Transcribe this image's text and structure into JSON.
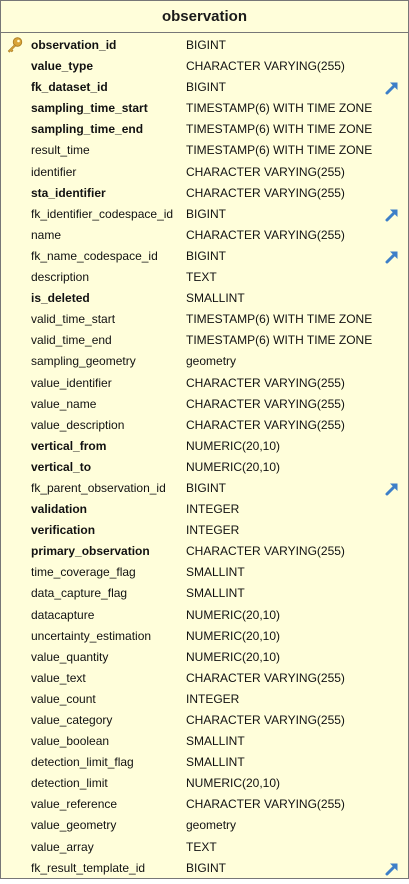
{
  "table": {
    "title": "observation",
    "header_color": "#fffeda",
    "fk_arrow_color": "#3d7fc8",
    "pk_key_color": "#d9a43a",
    "columns": [
      {
        "name": "observation_id",
        "type": "BIGINT",
        "bold": true,
        "pk": true,
        "fk": false
      },
      {
        "name": "value_type",
        "type": "CHARACTER VARYING(255)",
        "bold": true,
        "pk": false,
        "fk": false
      },
      {
        "name": "fk_dataset_id",
        "type": "BIGINT",
        "bold": true,
        "pk": false,
        "fk": true
      },
      {
        "name": "sampling_time_start",
        "type": "TIMESTAMP(6) WITH TIME ZONE",
        "bold": true,
        "pk": false,
        "fk": false
      },
      {
        "name": "sampling_time_end",
        "type": "TIMESTAMP(6) WITH TIME ZONE",
        "bold": true,
        "pk": false,
        "fk": false
      },
      {
        "name": "result_time",
        "type": "TIMESTAMP(6) WITH TIME ZONE",
        "bold": false,
        "pk": false,
        "fk": false
      },
      {
        "name": "identifier",
        "type": "CHARACTER VARYING(255)",
        "bold": false,
        "pk": false,
        "fk": false
      },
      {
        "name": "sta_identifier",
        "type": "CHARACTER VARYING(255)",
        "bold": true,
        "pk": false,
        "fk": false
      },
      {
        "name": "fk_identifier_codespace_id",
        "type": "BIGINT",
        "bold": false,
        "pk": false,
        "fk": true
      },
      {
        "name": "name",
        "type": "CHARACTER VARYING(255)",
        "bold": false,
        "pk": false,
        "fk": false
      },
      {
        "name": "fk_name_codespace_id",
        "type": "BIGINT",
        "bold": false,
        "pk": false,
        "fk": true
      },
      {
        "name": "description",
        "type": "TEXT",
        "bold": false,
        "pk": false,
        "fk": false
      },
      {
        "name": "is_deleted",
        "type": "SMALLINT",
        "bold": true,
        "pk": false,
        "fk": false
      },
      {
        "name": "valid_time_start",
        "type": "TIMESTAMP(6) WITH TIME ZONE",
        "bold": false,
        "pk": false,
        "fk": false
      },
      {
        "name": "valid_time_end",
        "type": "TIMESTAMP(6) WITH TIME ZONE",
        "bold": false,
        "pk": false,
        "fk": false
      },
      {
        "name": "sampling_geometry",
        "type": "geometry",
        "bold": false,
        "pk": false,
        "fk": false
      },
      {
        "name": "value_identifier",
        "type": "CHARACTER VARYING(255)",
        "bold": false,
        "pk": false,
        "fk": false
      },
      {
        "name": "value_name",
        "type": "CHARACTER VARYING(255)",
        "bold": false,
        "pk": false,
        "fk": false
      },
      {
        "name": "value_description",
        "type": "CHARACTER VARYING(255)",
        "bold": false,
        "pk": false,
        "fk": false
      },
      {
        "name": "vertical_from",
        "type": "NUMERIC(20,10)",
        "bold": true,
        "pk": false,
        "fk": false
      },
      {
        "name": "vertical_to",
        "type": "NUMERIC(20,10)",
        "bold": true,
        "pk": false,
        "fk": false
      },
      {
        "name": "fk_parent_observation_id",
        "type": "BIGINT",
        "bold": false,
        "pk": false,
        "fk": true
      },
      {
        "name": "validation",
        "type": "INTEGER",
        "bold": true,
        "pk": false,
        "fk": false
      },
      {
        "name": "verification",
        "type": "INTEGER",
        "bold": true,
        "pk": false,
        "fk": false
      },
      {
        "name": "primary_observation",
        "type": "CHARACTER VARYING(255)",
        "bold": true,
        "pk": false,
        "fk": false
      },
      {
        "name": "time_coverage_flag",
        "type": "SMALLINT",
        "bold": false,
        "pk": false,
        "fk": false
      },
      {
        "name": "data_capture_flag",
        "type": "SMALLINT",
        "bold": false,
        "pk": false,
        "fk": false
      },
      {
        "name": "datacapture",
        "type": "NUMERIC(20,10)",
        "bold": false,
        "pk": false,
        "fk": false
      },
      {
        "name": "uncertainty_estimation",
        "type": "NUMERIC(20,10)",
        "bold": false,
        "pk": false,
        "fk": false
      },
      {
        "name": "value_quantity",
        "type": "NUMERIC(20,10)",
        "bold": false,
        "pk": false,
        "fk": false
      },
      {
        "name": "value_text",
        "type": "CHARACTER VARYING(255)",
        "bold": false,
        "pk": false,
        "fk": false
      },
      {
        "name": "value_count",
        "type": "INTEGER",
        "bold": false,
        "pk": false,
        "fk": false
      },
      {
        "name": "value_category",
        "type": "CHARACTER VARYING(255)",
        "bold": false,
        "pk": false,
        "fk": false
      },
      {
        "name": "value_boolean",
        "type": "SMALLINT",
        "bold": false,
        "pk": false,
        "fk": false
      },
      {
        "name": "detection_limit_flag",
        "type": "SMALLINT",
        "bold": false,
        "pk": false,
        "fk": false
      },
      {
        "name": "detection_limit",
        "type": "NUMERIC(20,10)",
        "bold": false,
        "pk": false,
        "fk": false
      },
      {
        "name": "value_reference",
        "type": "CHARACTER VARYING(255)",
        "bold": false,
        "pk": false,
        "fk": false
      },
      {
        "name": "value_geometry",
        "type": "geometry",
        "bold": false,
        "pk": false,
        "fk": false
      },
      {
        "name": "value_array",
        "type": "TEXT",
        "bold": false,
        "pk": false,
        "fk": false
      },
      {
        "name": "fk_result_template_id",
        "type": "BIGINT",
        "bold": false,
        "pk": false,
        "fk": true
      }
    ]
  }
}
